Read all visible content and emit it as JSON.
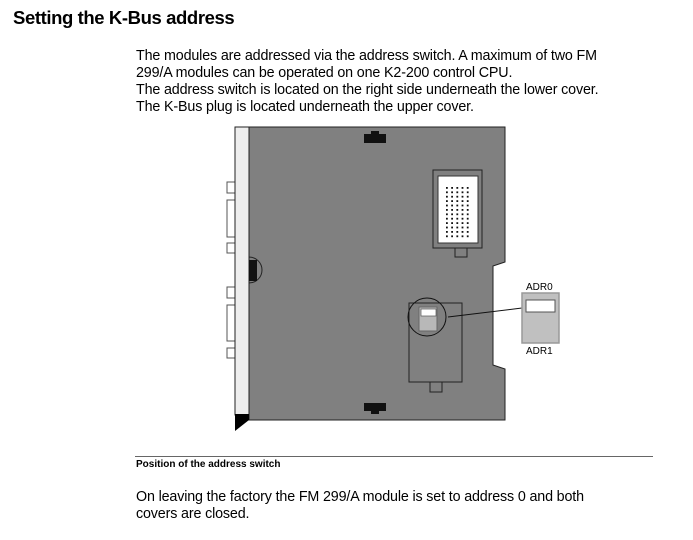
{
  "heading": "Setting the K-Bus address",
  "intro_lines": [
    "The modules are addressed via the address switch. A maximum of two FM",
    "299/A modules can be operated on one K2-200 control CPU.",
    "The address switch is located on the right side underneath the lower cover.",
    "The K-Bus plug is located underneath the upper cover."
  ],
  "figure": {
    "switch_label_top": "ADR0",
    "switch_label_bottom": "ADR1",
    "caption": "Position of the address switch",
    "colors": {
      "board": "#808080",
      "switch": "#c0c0c0",
      "bezel": "#eeeeee"
    }
  },
  "footer_lines": [
    "On leaving the factory the FM 299/A module is set to address 0 and both",
    "covers are closed."
  ]
}
